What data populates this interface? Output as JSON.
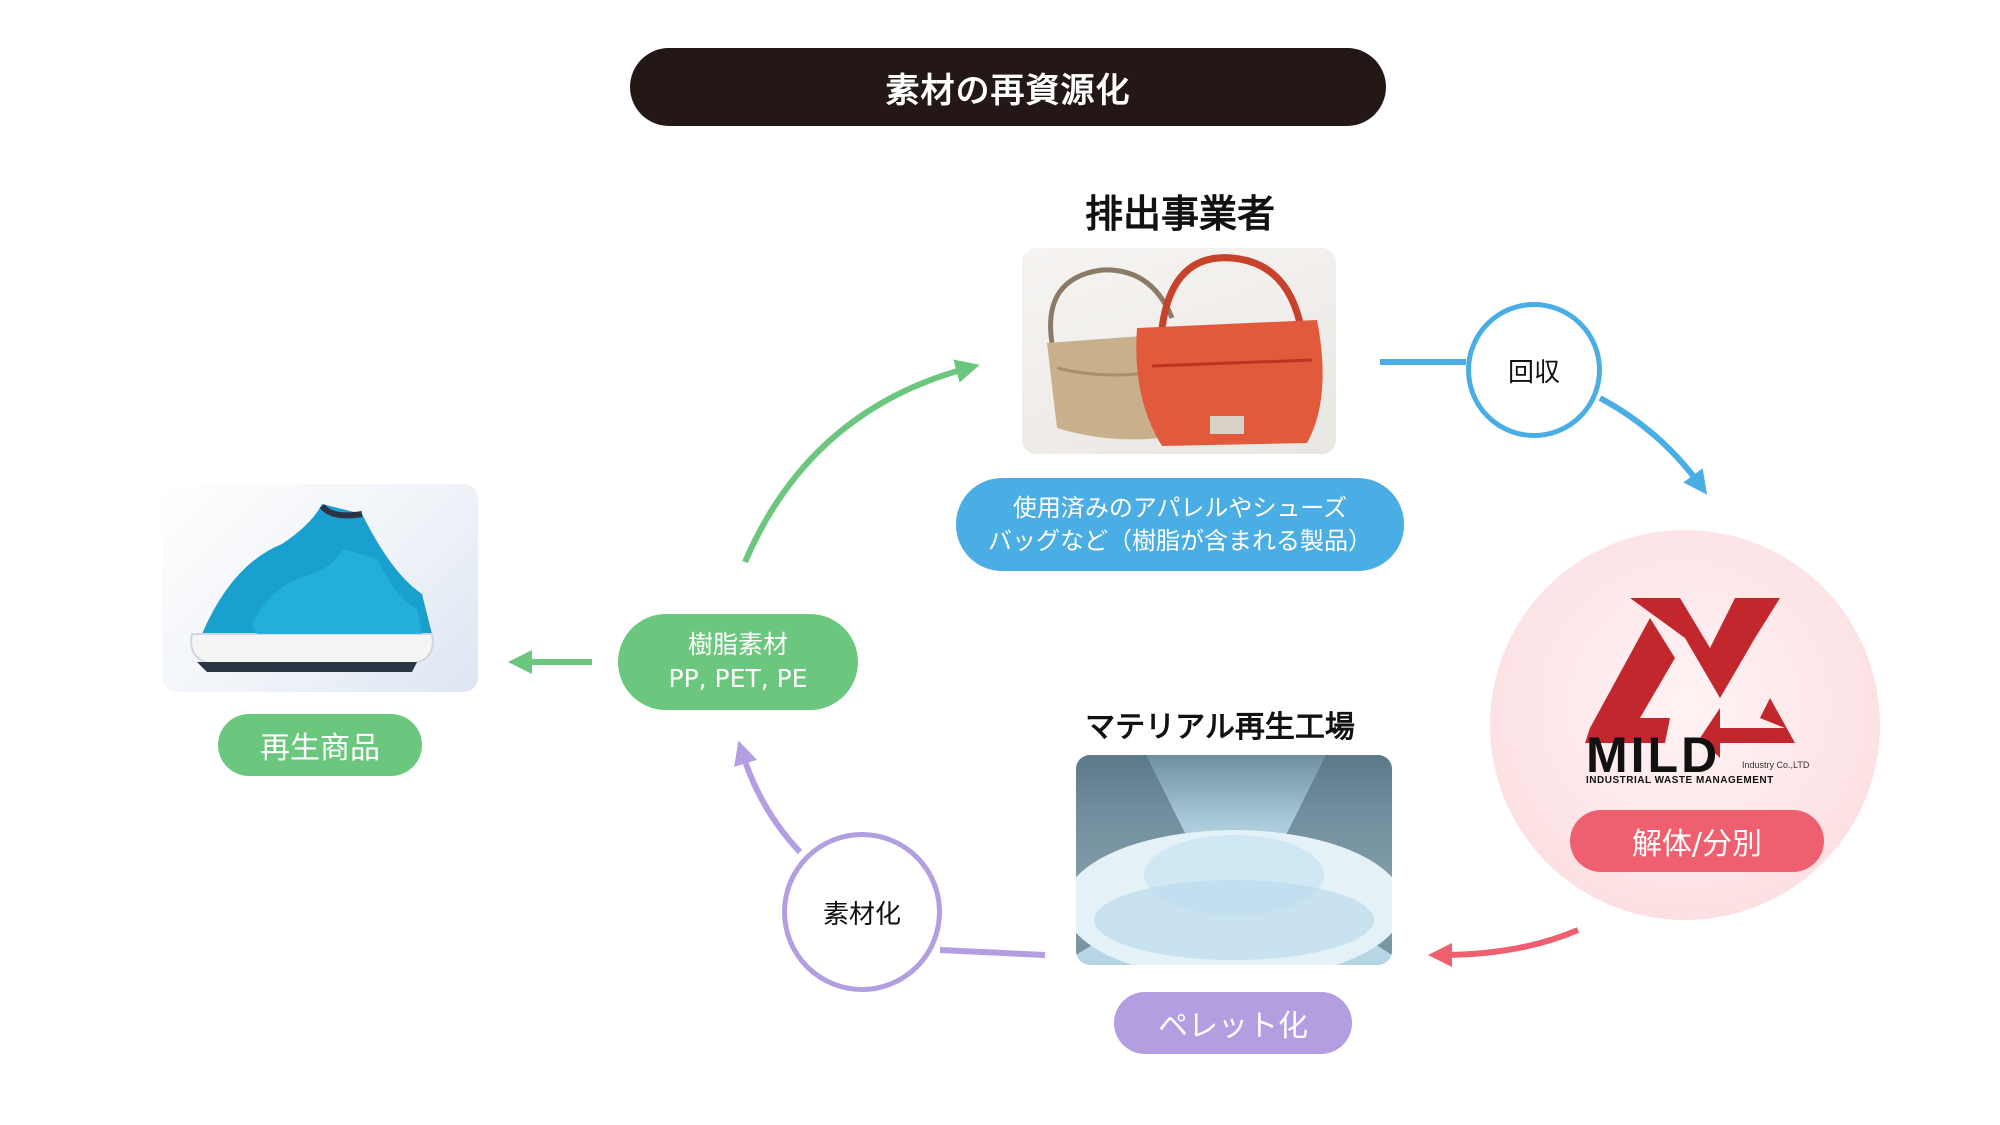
{
  "title": "素材の再資源化",
  "nodes": {
    "emitter": {
      "heading": "排出事業者",
      "caption_line1": "使用済みのアパレルやシューズ",
      "caption_line2": "バッグなど（樹脂が含まれる製品）"
    },
    "collection": {
      "label": "回収"
    },
    "mild": {
      "logo_text": "MILD",
      "logo_sub": "Industry Co.,LTD",
      "logo_tagline": "INDUSTRIAL WASTE MANAGEMENT",
      "label": "解体/分別"
    },
    "factory": {
      "heading": "マテリアル再生工場",
      "label": "ペレット化"
    },
    "materialize": {
      "label": "素材化"
    },
    "resin": {
      "line1": "樹脂素材",
      "line2": "PP, PET, PE"
    },
    "product": {
      "label": "再生商品"
    }
  },
  "colors": {
    "title_bg": "#231815",
    "blue": "#4aaee4",
    "red": "#ee6070",
    "purple": "#b29ee0",
    "green": "#6cc77e",
    "mild_circle": "#fde4e6",
    "mild_logo": "#c1272d"
  },
  "icons": {
    "emitter_photo": "handbags-photo",
    "factory_photo": "plastic-pellets-photo",
    "product_photo": "sneakers-photo",
    "logo": "mild-recycle-logo"
  }
}
